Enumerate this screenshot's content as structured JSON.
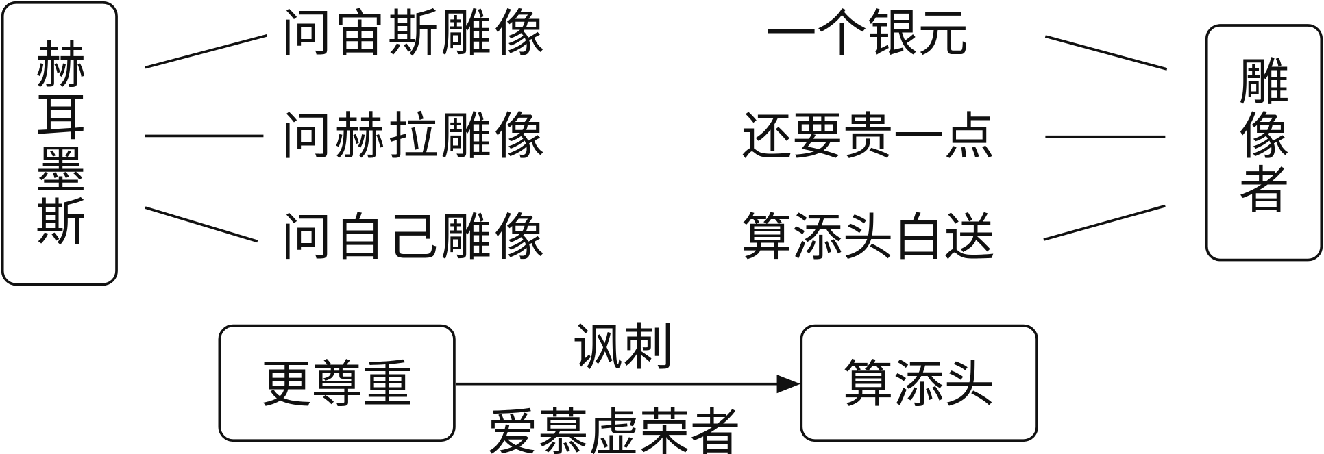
{
  "left_box": {
    "chars": [
      "赫",
      "耳",
      "墨",
      "斯"
    ]
  },
  "left_items": [
    "问宙斯雕像",
    "问赫拉雕像",
    "问自己雕像"
  ],
  "right_items": [
    "一个银元",
    "还要贵一点",
    "算添头白送"
  ],
  "right_box": {
    "chars": [
      "雕",
      "像",
      "者"
    ]
  },
  "bottom": {
    "from": "更尊重",
    "to": "算添头",
    "label_top": "讽刺",
    "label_bottom": "爱慕虚荣者"
  }
}
